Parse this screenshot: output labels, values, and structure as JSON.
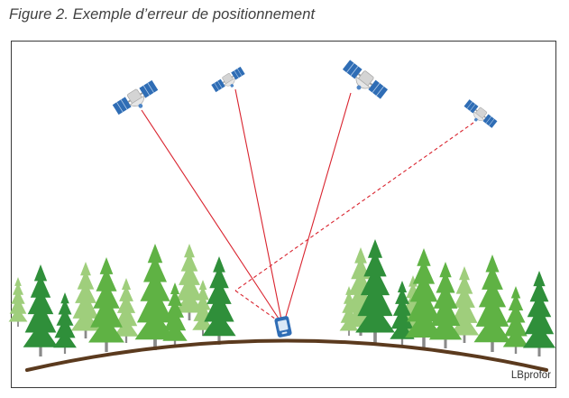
{
  "figure": {
    "caption": "Figure 2. Exemple d’erreur de positionnement",
    "credit": "LBprofor"
  },
  "colors": {
    "signal_line": "#d9232e",
    "ground": "#5b3a1e",
    "tree_dark": "#2f8f3a",
    "tree_mid": "#5fb244",
    "tree_light": "#9fce7c",
    "trunk": "#8a8a8a",
    "satellite_panel": "#2f6db5",
    "satellite_body": "#cfcfcf",
    "receiver": "#2f6db5"
  },
  "icons": {
    "satellite": "satellite-icon",
    "receiver": "gps-receiver-icon"
  },
  "signals": [
    {
      "satellite": 1,
      "path": "direct"
    },
    {
      "satellite": 2,
      "path": "direct"
    },
    {
      "satellite": 3,
      "path": "direct"
    },
    {
      "satellite": 4,
      "path": "reflected"
    }
  ]
}
